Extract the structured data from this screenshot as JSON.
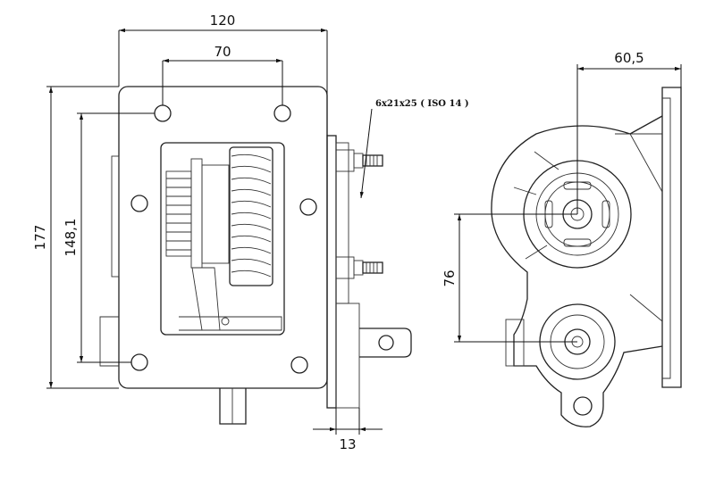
{
  "dimensions": {
    "width_120": "120",
    "width_70": "70",
    "height_177": "177",
    "height_148": "148,1",
    "offset_60": "60,5",
    "center_76": "76",
    "thickness_13": "13"
  },
  "annotations": {
    "stud_spec": "6x21x25 ( ISO 14 )"
  },
  "colors": {
    "line": "#222222",
    "background": "#ffffff"
  }
}
